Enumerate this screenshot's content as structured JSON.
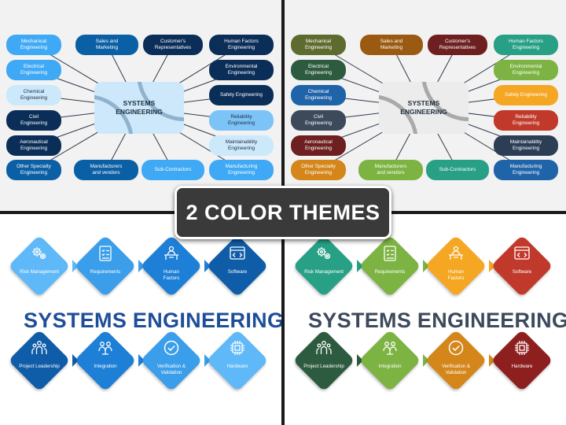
{
  "banner": {
    "label": "2 COLOR THEMES"
  },
  "mindmap": {
    "center_label": "SYSTEMS\nENGINEERING",
    "nodes": [
      {
        "key": "mechanical",
        "label": "Mechanical\nEngineering"
      },
      {
        "key": "sales",
        "label": "Sales and\nMarketing"
      },
      {
        "key": "customers",
        "label": "Customer's\nRepresentatives"
      },
      {
        "key": "human_factors",
        "label": "Human Factors\nEngineering"
      },
      {
        "key": "electrical",
        "label": "Electrical\nEngineering"
      },
      {
        "key": "environmental",
        "label": "Environmental\nEngineering"
      },
      {
        "key": "chemical",
        "label": "Chemical\nEngineering"
      },
      {
        "key": "safety",
        "label": "Safety Engineering"
      },
      {
        "key": "civil",
        "label": "Civil\nEngineering"
      },
      {
        "key": "reliability",
        "label": "Reliability\nEngineering"
      },
      {
        "key": "aeronautical",
        "label": "Aeronautical\nEngineering"
      },
      {
        "key": "maintainability",
        "label": "Maintainability\nEngineering"
      },
      {
        "key": "other",
        "label": "Other Specialty\nEngineering"
      },
      {
        "key": "manufacturers",
        "label": "Manufacturers\nand vendors"
      },
      {
        "key": "subcontractors",
        "label": "Sub-Contractors"
      },
      {
        "key": "manufacturing",
        "label": "Manufacturing\nEngineering"
      }
    ]
  },
  "diamonds": {
    "title": "SYSTEMS ENGINEERING",
    "top_row": [
      {
        "label": "Risk Management",
        "icon": "gears-icon"
      },
      {
        "label": "Requirements",
        "icon": "checklist-icon"
      },
      {
        "label": "Human\nFactors",
        "icon": "person-desk-icon"
      },
      {
        "label": "Software",
        "icon": "code-window-icon"
      }
    ],
    "bottom_row": [
      {
        "label": "Project Leadership",
        "icon": "team-icon"
      },
      {
        "label": "Integration",
        "icon": "people-network-icon"
      },
      {
        "label": "Verification &\nValidation",
        "icon": "check-circle-icon"
      },
      {
        "label": "Hardware",
        "icon": "chip-icon"
      }
    ]
  },
  "themes": {
    "blue": {
      "center_fill": "#cde8fb",
      "arc": "#8fb3cf",
      "title_color": "#1f4e99",
      "nodes": [
        "#3fa9f5",
        "#0b5fa5",
        "#0b2e59",
        "#0b2e59",
        "#3fa9f5",
        "#0b2e59",
        "#cce8fb",
        "#0b2e59",
        "#0b2e59",
        "#7cc4f8",
        "#0b2e59",
        "#cce8fb",
        "#0b5fa5",
        "#0b5fa5",
        "#3fa9f5",
        "#3fa9f5"
      ],
      "diamonds_top": [
        "#5fb8f7",
        "#3a9eea",
        "#1e7fd6",
        "#0f5ca8"
      ],
      "diamonds_bottom": [
        "#0f5ca8",
        "#1e7fd6",
        "#3a9eea",
        "#5fb8f7"
      ]
    },
    "multi": {
      "center_fill": "#ececec",
      "arc": "#a9a9a9",
      "title_color": "#3c4a5b",
      "nodes": [
        "#5e6b2e",
        "#9a5a12",
        "#6e1f1f",
        "#27a085",
        "#2d5b3f",
        "#7cb342",
        "#1f63a8",
        "#f5a623",
        "#3c4a5b",
        "#c0392b",
        "#6e1f1f",
        "#2c3e55",
        "#d4861a",
        "#7cb342",
        "#27a085",
        "#1f63a8"
      ],
      "diamonds_top": [
        "#27a085",
        "#7cb342",
        "#f5a623",
        "#c0392b"
      ],
      "diamonds_bottom": [
        "#2d5b3f",
        "#7cb342",
        "#d4861a",
        "#8e1f1f"
      ]
    }
  }
}
